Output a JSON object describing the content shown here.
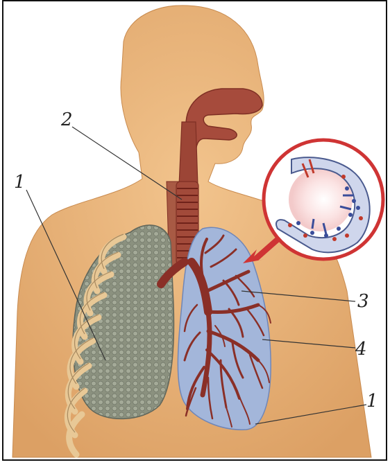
{
  "labels": {
    "lung_left": "1",
    "trachea": "2",
    "bronchi": "3",
    "bronchioles": "4",
    "lung_right": "1"
  },
  "colors": {
    "background": "#ffffff",
    "skin": "#e9b47a",
    "skin_shadow": "#d99a5c",
    "airway": "#a24a3a",
    "airway_dark": "#7e2f24",
    "lung_gray": "#8e9484",
    "lung_blue": "#9fb3d8",
    "rib": "#f1d6a8",
    "inset_ring": "#d23a3a",
    "inset_fill": "#f6dede"
  }
}
